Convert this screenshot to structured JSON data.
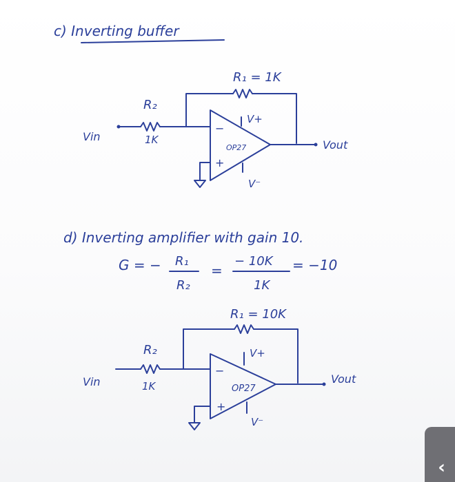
{
  "part_c": {
    "heading": "c) Inverting buffer",
    "r1_label": "R₁ = 1K",
    "r2_label": "R₂",
    "r2_value": "1K",
    "vin_label": "Vin",
    "vplus_label": "V+",
    "vminus_label": "V⁻",
    "opamp_label": "OP27",
    "vout_label": "Vout",
    "minus_sign": "−",
    "plus_sign": "+"
  },
  "part_d": {
    "heading": "d) Inverting amplifier with gain 10.",
    "gain_lhs": "G = −",
    "gain_num1": "R₁",
    "gain_den1": "R₂",
    "gain_eq": "=",
    "gain_num2": "− 10K",
    "gain_den2": "1K",
    "gain_result": "= −10",
    "r1_label": "R₁ = 10K",
    "r2_label": "R₂",
    "r2_value": "1K",
    "vin_label": "Vin",
    "vplus_label": "V+",
    "vminus_label": "V⁻",
    "opamp_label": "OP27",
    "vout_label": "Vout",
    "minus_sign": "−",
    "plus_sign": "+"
  },
  "ui": {
    "corner_chevron": "‹"
  }
}
